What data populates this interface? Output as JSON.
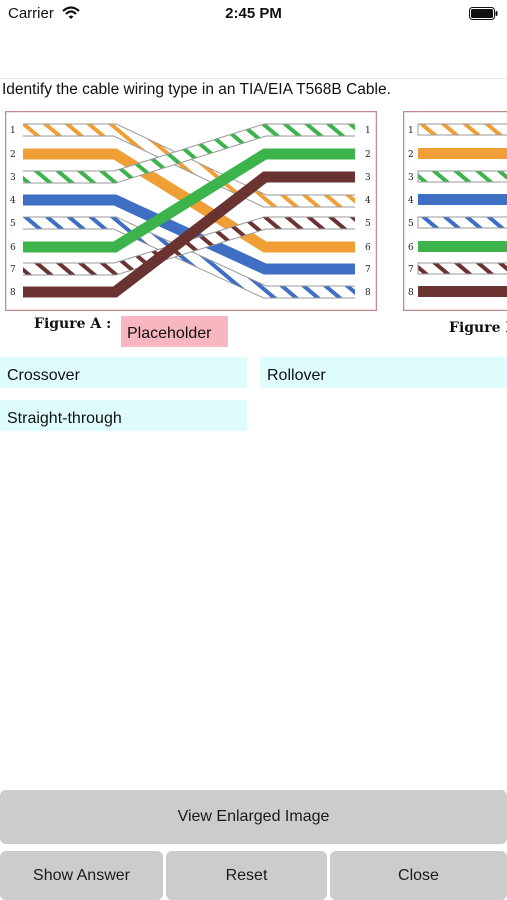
{
  "status": {
    "carrier": "Carrier",
    "time": "2:45 PM"
  },
  "question": "Identify the cable wiring type in an TIA/EIA T568B Cable.",
  "figure": {
    "caption_a": "Figure A :",
    "caption_b": "Figure B",
    "pin_numbers": [
      "1",
      "2",
      "3",
      "4",
      "5",
      "6",
      "7",
      "8"
    ],
    "colors": {
      "orange": "#ef9f35",
      "green": "#3cb44b",
      "blue": "#3f6fc4",
      "brown": "#6b3232",
      "frame": "#c58b8b"
    }
  },
  "drop_target": {
    "label": "Placeholder",
    "color": "#f7b6c0"
  },
  "options": [
    "Crossover",
    "Rollover",
    "Straight-through"
  ],
  "buttons": {
    "view_enlarged": "View Enlarged Image",
    "show_answer": "Show Answer",
    "reset": "Reset",
    "close": "Close"
  },
  "theme": {
    "option_bg": "#dffcfd",
    "button_bg": "#cccccc"
  }
}
